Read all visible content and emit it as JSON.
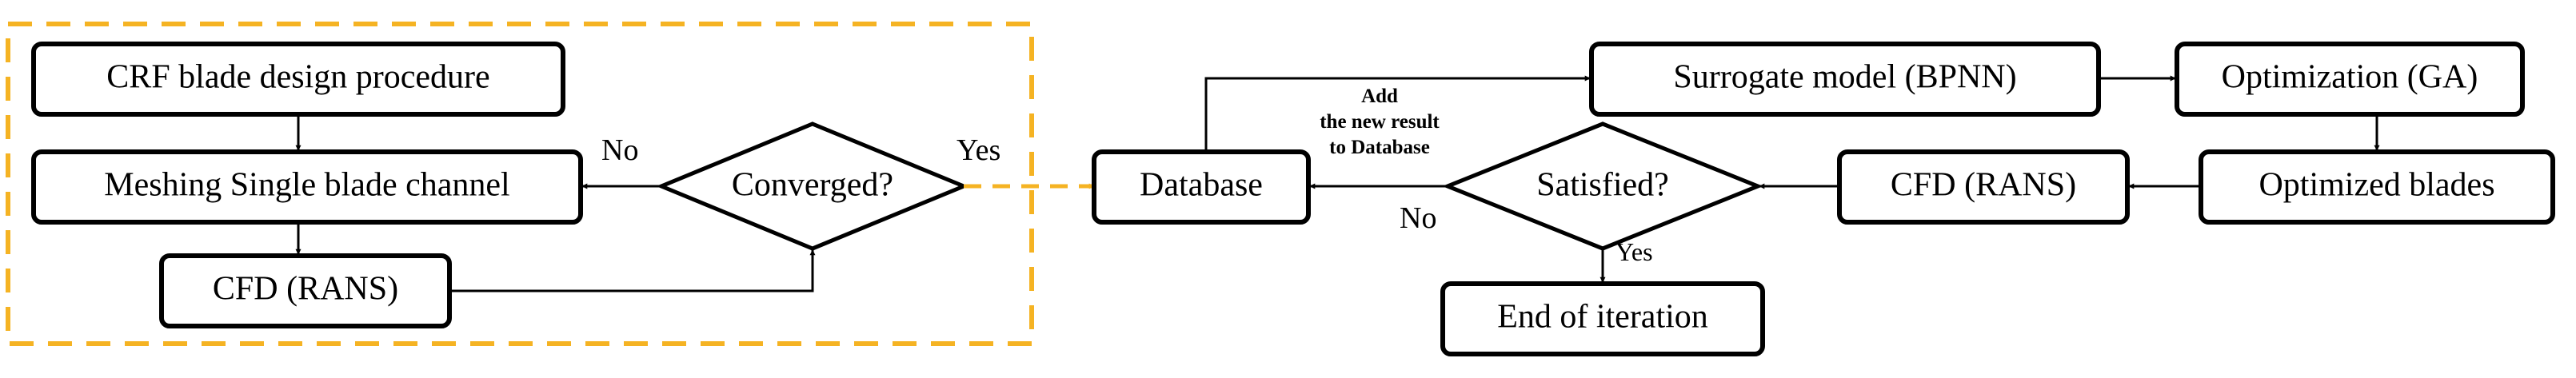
{
  "colors": {
    "loop_border": "#f5b323",
    "stroke": "#000000",
    "background": "#ffffff"
  },
  "nodes": {
    "crf_design": "CRF blade design procedure",
    "meshing": "Meshing Single blade channel",
    "cfd_left": "CFD (RANS)",
    "converged": "Converged?",
    "database": "Database",
    "surrogate": "Surrogate model (BPNN)",
    "optimization": "Optimization (GA)",
    "optimized_blades": "Optimized blades",
    "cfd_right": "CFD (RANS)",
    "satisfied": "Satisfied?",
    "end": "End of iteration"
  },
  "labels": {
    "converged_no": "No",
    "converged_yes": "Yes",
    "satisfied_no": "No",
    "satisfied_yes": "Yes",
    "add_line1": "Add",
    "add_line2": "the new result",
    "add_line3": "to Database"
  }
}
